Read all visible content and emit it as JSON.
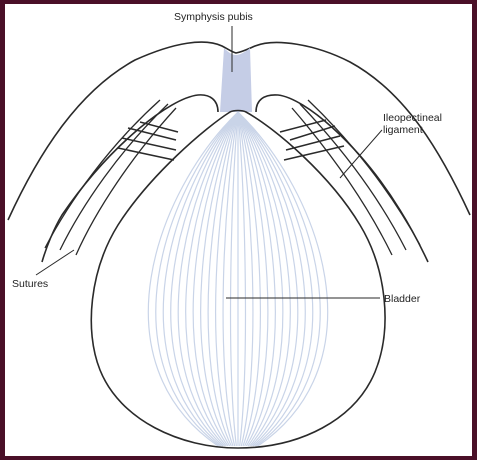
{
  "diagram": {
    "labels": {
      "symphysis": "Symphysis pubis",
      "ligament_line1": "Ileopectineal",
      "ligament_line2": "ligament",
      "sutures": "Sutures",
      "bladder": "Bladder"
    },
    "colors": {
      "border": "#4a1028",
      "background": "#ffffff",
      "outline": "#2a2a2a",
      "fiber": "#c9d4e8",
      "symphysis_fill": "#c5cde6"
    }
  }
}
